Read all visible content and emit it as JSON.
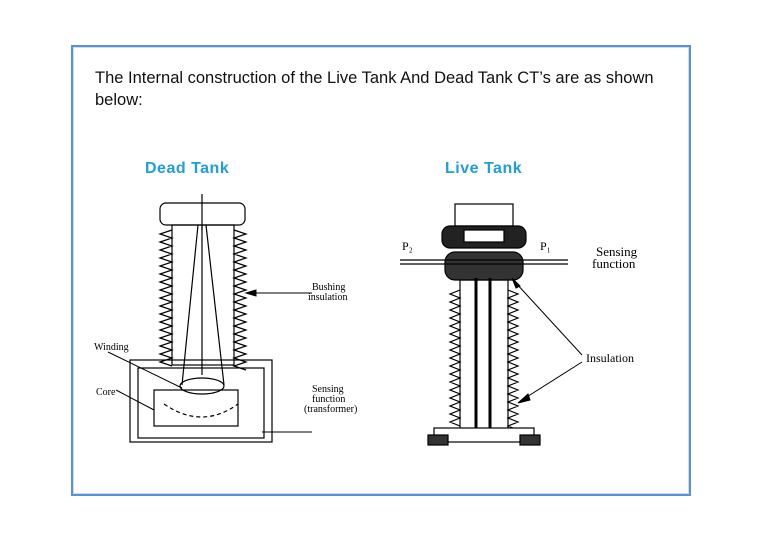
{
  "intro_text": "The Internal construction of the Live Tank And Dead Tank CT’s are as shown below:",
  "dead_tank": {
    "heading": "Dead Tank",
    "labels": {
      "bushing_line1": "Bushing",
      "bushing_line2": "insulation",
      "winding": "Winding",
      "core": "Core",
      "sensing_line1": "Sensing",
      "sensing_line2": "function",
      "sensing_line3": "(transformer)"
    }
  },
  "live_tank": {
    "heading": "Live Tank",
    "labels": {
      "p2": "P₂",
      "p1": "P₁",
      "sensing_line1": "Sensing",
      "sensing_line2": "function",
      "insulation": "Insulation"
    }
  },
  "colors": {
    "heading": "#1e9fd9",
    "frame_border": "#5b8fd6"
  }
}
